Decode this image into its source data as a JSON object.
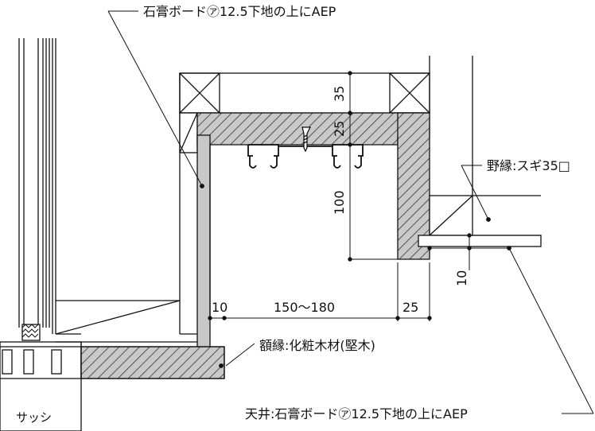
{
  "labels": {
    "top_callout": "石膏ボード㋐12.5下地の上にAEP",
    "nobuchi": "野縁:スギ35□",
    "gakubuchi": "額縁:化粧木材(堅木)",
    "ceiling": "天井:石膏ボード㋐12.5下地の上にAEP",
    "sash": "サッシ"
  },
  "dimensions": {
    "d35": "35",
    "d25v": "25",
    "d100": "100",
    "d10v": "10",
    "d10h": "10",
    "d150_180": "150〜180",
    "d25h": "25"
  },
  "colors": {
    "hatch": "#555555",
    "board": "#c8c8c8",
    "line": "#111111"
  }
}
